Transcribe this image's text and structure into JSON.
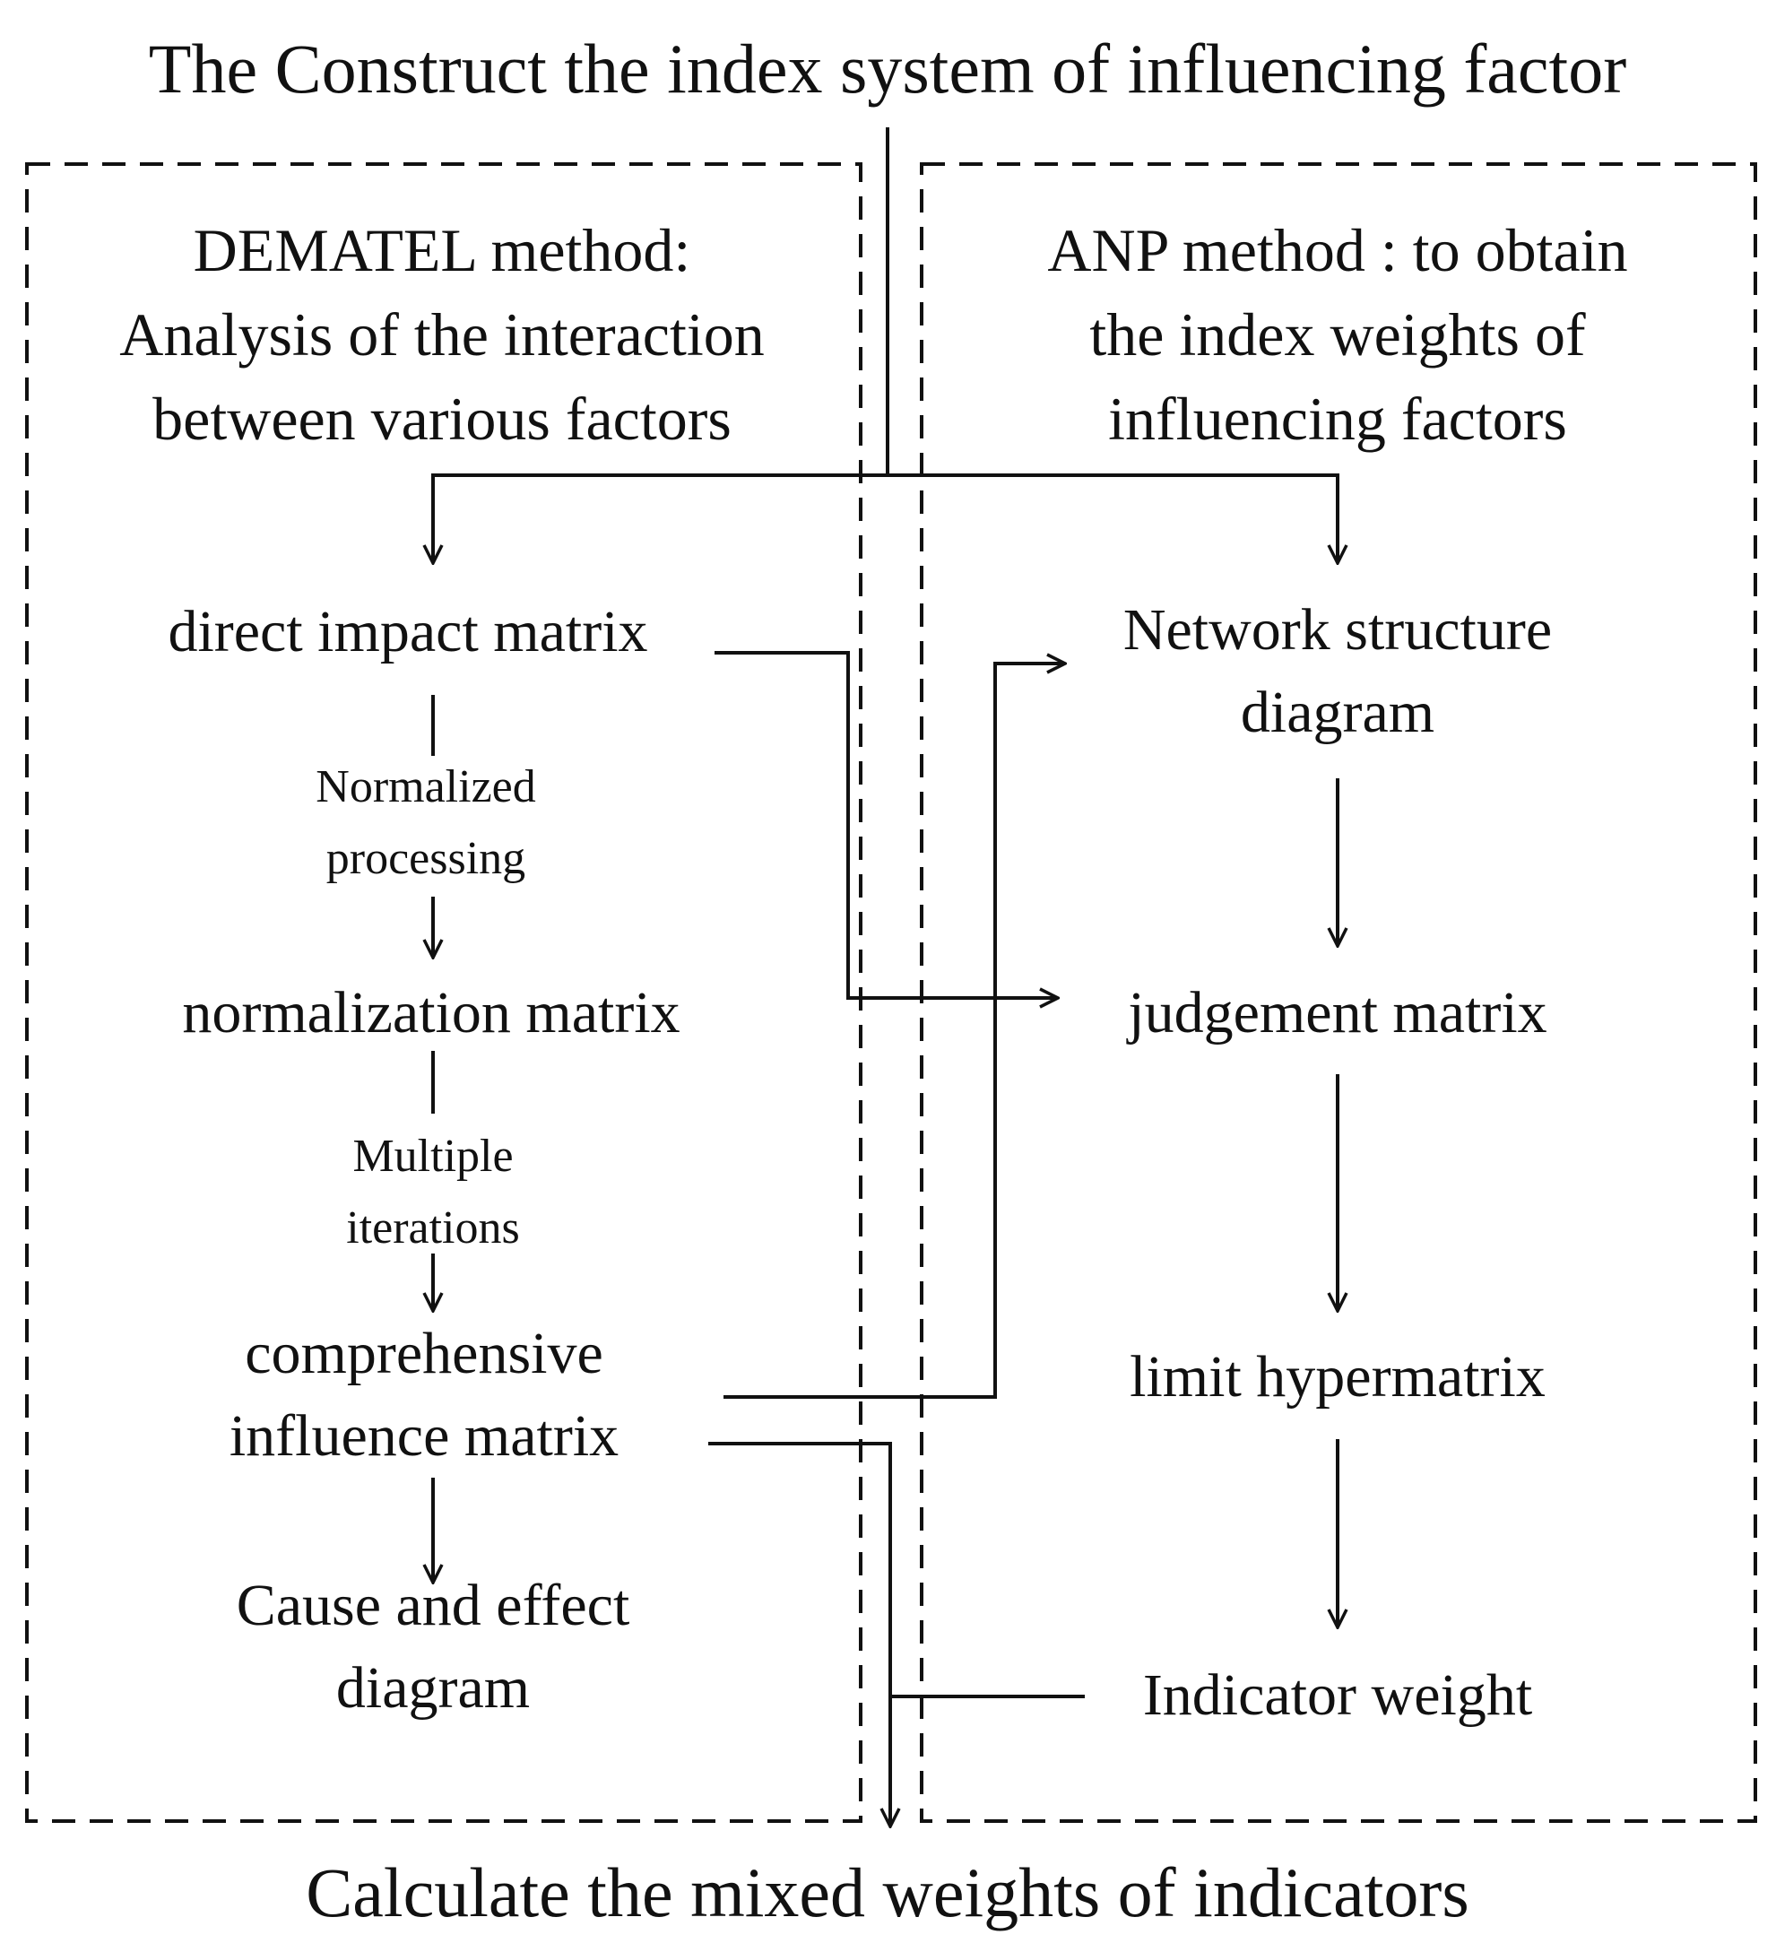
{
  "title": "The Construct the index system of influencing factor",
  "footer": "Calculate the mixed weights of indicators",
  "dematel": {
    "heading": [
      "DEMATEL method:",
      "Analysis of the interaction",
      "between various factors"
    ],
    "nodes": {
      "direct_impact": "direct impact matrix",
      "normalization": "normalization matrix",
      "comprehensive": [
        "comprehensive",
        "influence matrix"
      ],
      "cause_effect": [
        "Cause and effect",
        "diagram"
      ]
    },
    "step_labels": {
      "normalized": [
        "Normalized",
        "processing"
      ],
      "iterations": [
        "Multiple",
        "iterations"
      ]
    }
  },
  "anp": {
    "heading": [
      "ANP method : to obtain",
      "the index weights of",
      "influencing factors"
    ],
    "nodes": {
      "network": [
        "Network structure",
        "diagram"
      ],
      "judgement": "judgement matrix",
      "limit": "limit hypermatrix",
      "indicator": "Indicator weight"
    }
  },
  "colors": {
    "line": "#111111",
    "background": "#ffffff"
  }
}
